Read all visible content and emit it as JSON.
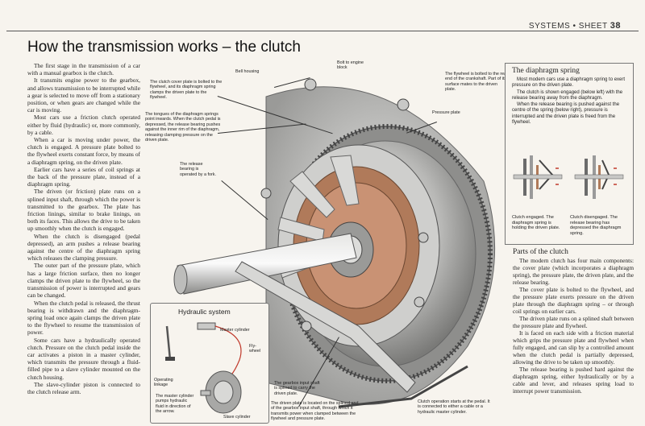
{
  "header": {
    "systems": "SYSTEMS",
    "separator": "•",
    "sheet": "SHEET",
    "sheet_number": "38"
  },
  "title": "How the transmission works – the clutch",
  "body_paragraphs": [
    "The first stage in the transmission of a car with a manual gearbox is the clutch.",
    "It transmits engine power to the gearbox, and allows transmission to be interrupted while a gear is selected to move off from a stationary position, or when gears are changed while the car is moving.",
    "Most cars use a friction clutch operated either by fluid (hydraulic) or, more commonly, by a cable.",
    "When a car is moving under power, the clutch is engaged. A pressure plate bolted to the flywheel exerts constant force, by means of a diaphragm spring, on the driven plate.",
    "Earlier cars have a series of coil springs at the back of the pressure plate, instead of a diaphragm spring.",
    "The driven (or friction) plate runs on a splined input shaft, through which the power is transmitted to the gearbox. The plate has friction linings, similar to brake linings, on both its faces. This allows the drive to be taken up smoothly when the clutch is engaged.",
    "When the clutch is disengaged (pedal depressed), an arm pushes a release bearing against the centre of the diaphragm spring which releases the clamping pressure.",
    "The outer part of the pressure plate, which has a large friction surface, then no longer clamps the driven plate to the flywheel, so the transmission of power is interrupted and gears can be changed.",
    "When the clutch pedal is released, the thrust bearing is withdrawn and the diaphragm-spring load once again clamps the driven plate to the flywheel to resume the transmission of power.",
    "Some cars have a hydraulically operated clutch. Pressure on the clutch pedal inside the car activates a piston in a master cylinder, which transmits the pressure through a fluid-filled pipe to a slave cylinder mounted on the clutch housing.",
    "The slave-cylinder piston is connected to the clutch release arm."
  ],
  "figure_labels": {
    "bell_housing": "Bell housing",
    "bolt_to_engine": "Bolt to engine block",
    "flywheel_bolted": "The flywheel is bolted to the rear end of the crankshaft. Part of its surface mates to the driven plate.",
    "cover_plate": "The clutch cover plate is bolted to the flywheel, and its diaphragm spring clamps the driven plate to the flywheel.",
    "tongues": "The tongues of the diaphragm springs point inwards. When the clutch pedal is depressed, the release bearing pushes against the inner rim of the diaphragm, releasing clamping pressure on the driven plate.",
    "pressure_plate": "Pressure plate",
    "release_bearing": "The release bearing is operated by a fork.",
    "gearbox_shaft": "The gearbox input shaft is splined to carry the driven plate.",
    "driven_plate": "The driven plate is located on the splined end of the gearbox input shaft, through which it transmits power when clamped between the flywheel and pressure plate.",
    "clutch_operation": "Clutch operation starts at the pedal. It is connected to either a cable or a hydraulic master cylinder."
  },
  "hydraulic": {
    "title": "Hydraulic system",
    "master_cylinder": "Master cylinder",
    "flywheel": "Fly-wheel",
    "operating_linkage": "Operating linkage",
    "master_pumps": "The master cylinder pumps hydraulic fluid in direction of the arrow.",
    "slave_cylinder": "Slave cylinder"
  },
  "sidebar": {
    "title": "The diaphragm spring",
    "paragraphs": [
      "Most modern cars use a diaphragm spring to exert pressure on the driven plate.",
      "The clutch is shown engaged (below left) with the release bearing away from the diaphragm.",
      "When the release bearing is pushed against the centre of the spring (below right), pressure is interrupted and the driven plate is freed from the flywheel."
    ],
    "caption_left": "Clutch engaged. The diaphragm spring is holding the driven plate.",
    "caption_right": "Clutch disengaged. The release bearing has depressed the diaphragm spring."
  },
  "parts": {
    "title": "Parts of the clutch",
    "paragraphs": [
      "The modern clutch has four main components: the cover plate (which incorporates a diaphragm spring), the pressure plate, the driven plate, and the release bearing.",
      "The cover plate is bolted to the flywheel, and the pressure plate exerts pressure on the driven plate through the diaphragm spring – or through coil springs on earlier cars.",
      "The driven plate runs on a splined shaft between the pressure plate and flywheel.",
      "It is faced on each side with a friction material which grips the pressure plate and flywheel when fully engaged, and can slip by a controlled amount when the clutch pedal is partially depressed, allowing the drive to be taken up smoothly.",
      "The release bearing is pushed hard against the diaphragm spring, either hydraulically or by a cable and lever, and releases spring load to interrupt power transmission."
    ]
  }
}
